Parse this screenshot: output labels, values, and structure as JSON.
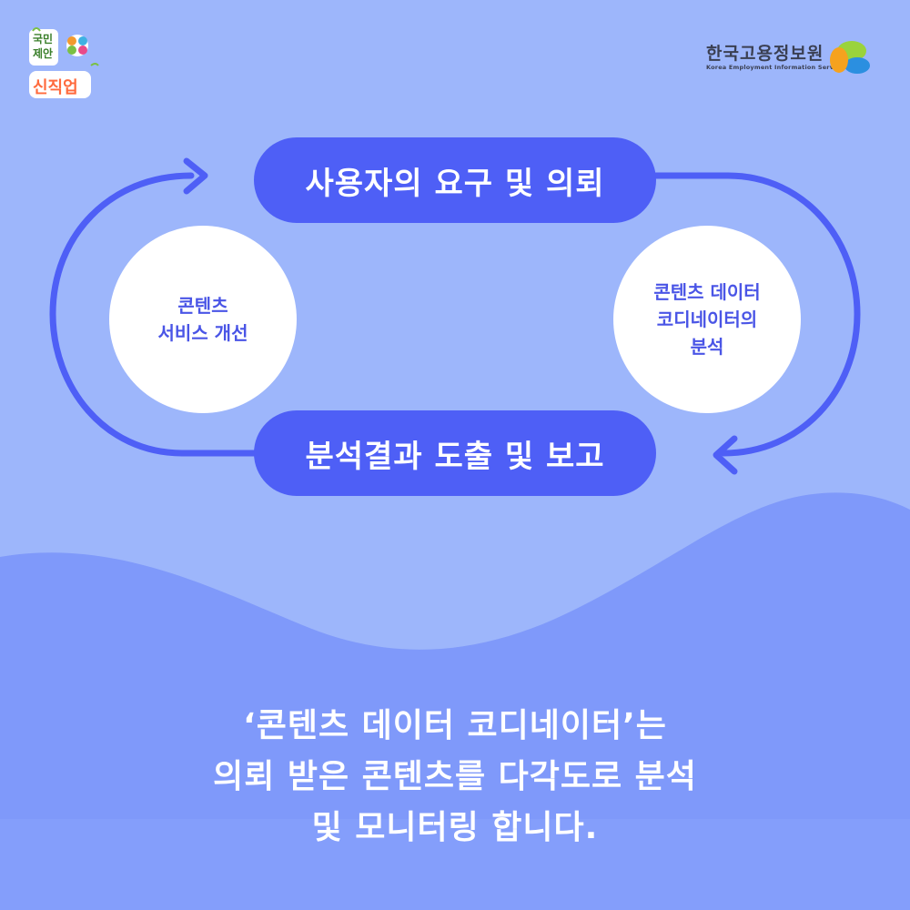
{
  "logo_left": {
    "line1": "국민",
    "line2": "제안",
    "line3": "신직업"
  },
  "logo_right": {
    "name": "한국고용정보원",
    "subtitle": "Korea Employment Information Service"
  },
  "cycle": {
    "top_step": "사용자의 요구 및 의뢰",
    "right_step": [
      "콘텐츠 데이터",
      "코디네이터의",
      "분석"
    ],
    "bottom_step": "분석결과 도출 및 보고",
    "left_step": [
      "콘텐츠",
      "서비스 개선"
    ]
  },
  "caption": {
    "line1": "‘콘텐츠 데이터 코디네이터’는",
    "line2": "의뢰 받은 콘텐츠를 다각도로 분석",
    "line3": "및 모니터링 합니다."
  },
  "colors": {
    "background": "#9db6fb",
    "wave": "#7f99fa",
    "accent": "#4e5ff6",
    "circle": "#ffffff"
  }
}
